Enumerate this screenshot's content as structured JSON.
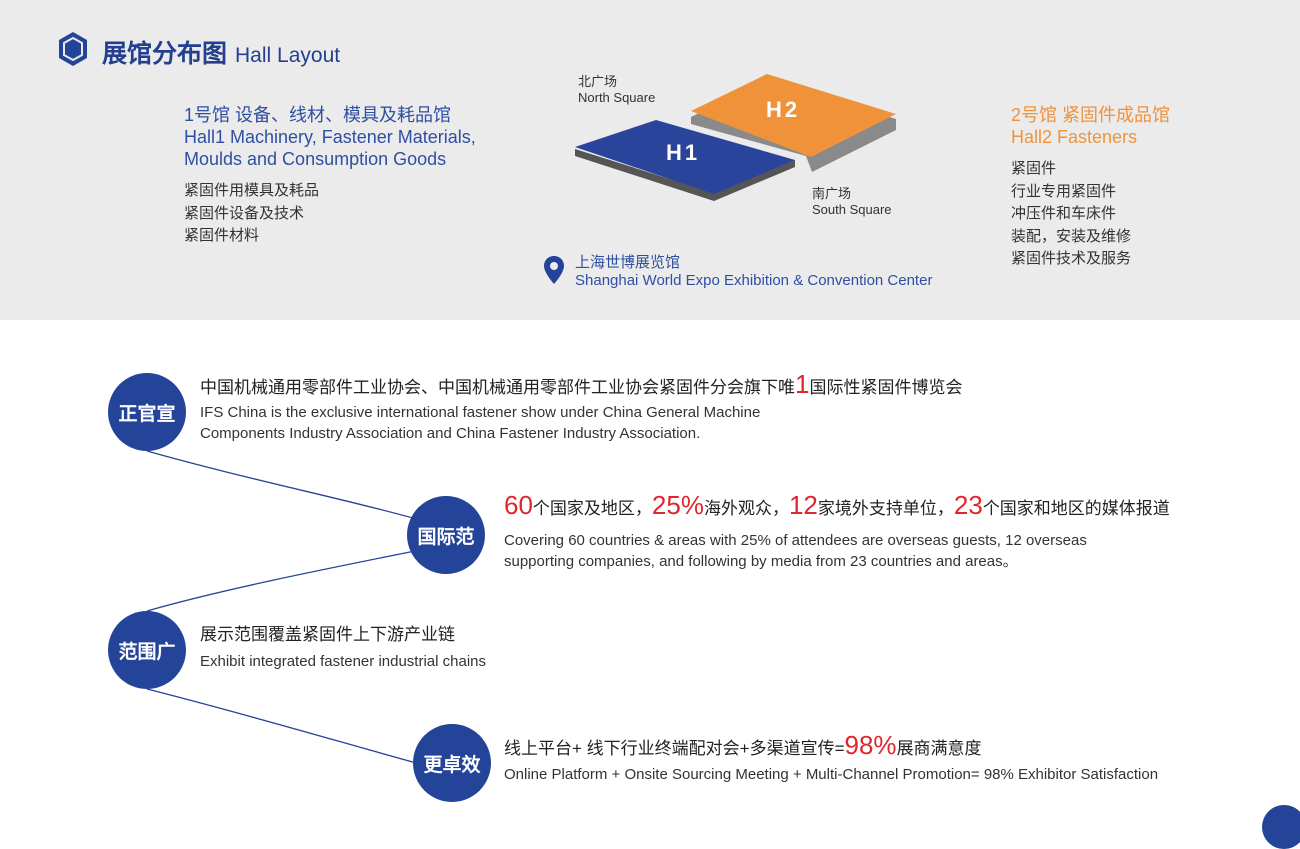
{
  "header": {
    "title_cn": "展馆分布图",
    "title_en": "Hall Layout"
  },
  "hall1": {
    "lines": [
      "1号馆 设备、线材、模具及耗品馆",
      "Hall1  Machinery, Fastener Materials,",
      "Moulds and Consumption Goods"
    ],
    "items": [
      "紧固件用模具及耗品",
      "紧固件设备及技术",
      "紧固件材料"
    ]
  },
  "hall2": {
    "lines": [
      "2号馆 紧固件成品馆",
      "Hall2  Fasteners"
    ],
    "items": [
      "紧固件",
      "行业专用紧固件",
      "冲压件和车床件",
      "装配，安装及维修",
      "紧固件技术及服务"
    ]
  },
  "map": {
    "north_cn": "北广场",
    "north_en": "North Square",
    "south_cn": "南广场",
    "south_en": "South Square",
    "h1": "H1",
    "h2": "H2",
    "colors": {
      "h1": "#2b449b",
      "h2": "#f0923a"
    }
  },
  "venue": {
    "cn": "上海世博展览馆",
    "en": "Shanghai World Expo Exhibition & Convention Center"
  },
  "features": [
    {
      "badge": "正官宣",
      "cn_parts": [
        "中国机械通用零部件工业协会、中国机械通用零部件工业协会紧固件分会旗下唯",
        "1",
        "国际性紧固件博览会"
      ],
      "en_lines": [
        "IFS China is the exclusive international fastener show under China General Machine",
        "Components Industry Association and China Fastener Industry Association."
      ]
    },
    {
      "badge": "国际范",
      "cn_parts": [
        "60",
        "个国家及地区，",
        "25%",
        "海外观众，",
        "12",
        "家境外支持单位，",
        "23",
        "个国家和地区的媒体报道"
      ],
      "en_lines": [
        "Covering 60 countries & areas with 25% of attendees are overseas guests, 12 overseas",
        "supporting companies, and following by media from 23 countries and areas。"
      ]
    },
    {
      "badge": "范围广",
      "cn_parts": [
        "展示范围覆盖紧固件上下游产业链"
      ],
      "en_lines": [
        "Exhibit integrated fastener industrial chains"
      ]
    },
    {
      "badge": "更卓效",
      "cn_parts": [
        "线上平台+ 线下行业终端配对会+多渠道宣传=",
        "98%",
        "展商满意度"
      ],
      "en_lines": [
        "Online Platform + Onsite Sourcing Meeting + Multi-Channel Promotion= 98% Exhibitor Satisfaction"
      ]
    }
  ],
  "colors": {
    "accent_blue": "#24449a",
    "accent_orange": "#f0923a",
    "highlight_red": "#e0262b",
    "top_bg": "#ebebeb"
  },
  "icons": [
    "hexagon-icon",
    "location-pin-icon"
  ]
}
